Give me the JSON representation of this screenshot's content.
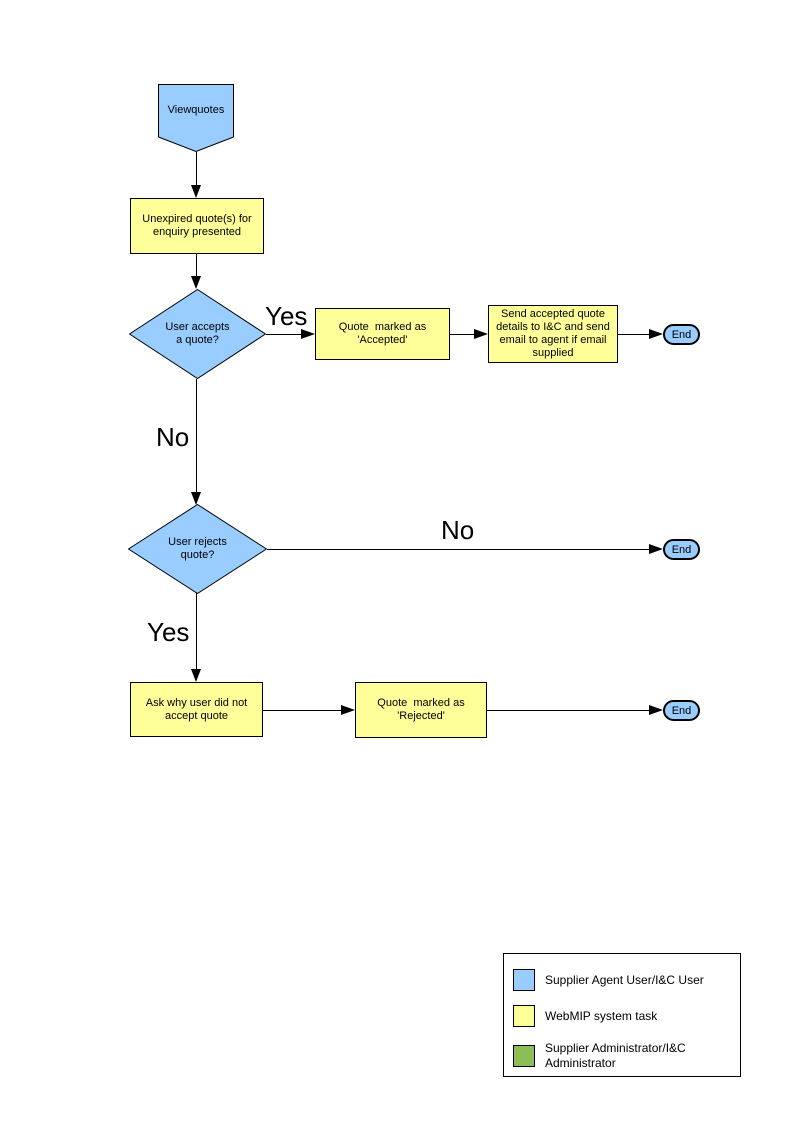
{
  "flowchart": {
    "start": "Viewquotes",
    "present_quotes": "Unexpired quote(s) for\nenquiry presented",
    "accept_question": "User accepts\na quote?",
    "mark_accepted": "Quote  marked as\n'Accepted'",
    "send_details": "Send accepted quote\ndetails to I&C and send\nemail to agent if email\nsupplied",
    "reject_question": "User rejects\nquote?",
    "ask_why": "Ask why user did not\naccept quote",
    "mark_rejected": "Quote  marked as\n'Rejected'",
    "end_label": "End",
    "labels": {
      "accept_yes": "Yes",
      "accept_no": "No",
      "reject_no": "No",
      "reject_yes": "Yes"
    },
    "colors": {
      "user_shape_fill": "#99CCFF",
      "system_task_fill": "#FFFF99",
      "admin_fill": "#8CBE55",
      "line": "#000000"
    }
  },
  "legend": {
    "items": [
      {
        "label": "Supplier Agent User/I&C User",
        "color": "#99CCFF"
      },
      {
        "label": "WebMIP system task",
        "color": "#FFFF99"
      },
      {
        "label": "Supplier Administrator/I&C\nAdministrator",
        "color": "#8CBE55"
      }
    ]
  }
}
